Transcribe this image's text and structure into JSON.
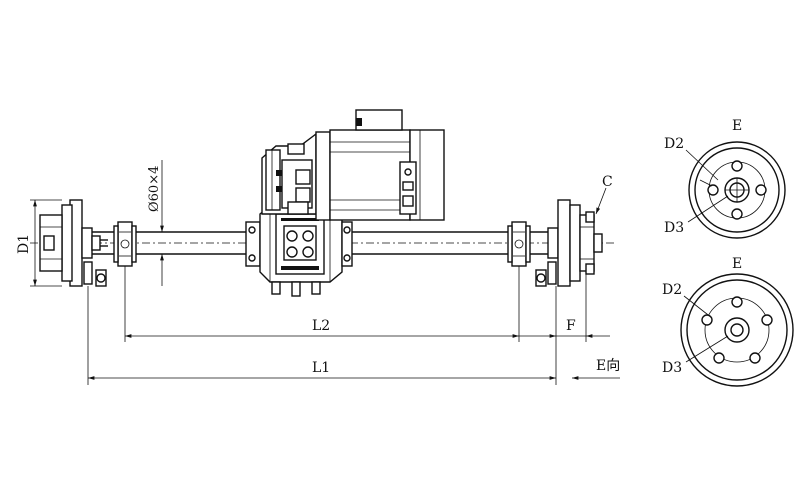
{
  "labels": {
    "d1": "D1",
    "diameter": "Ø60×4",
    "l2": "L2",
    "l1": "L1",
    "f": "F",
    "c": "C",
    "e_direction": "E向",
    "view_top_title": "E",
    "view_top_d2": "D2",
    "view_top_d3": "D3",
    "view_bottom_title": "E",
    "view_bottom_d2": "D2",
    "view_bottom_d3": "D3"
  }
}
